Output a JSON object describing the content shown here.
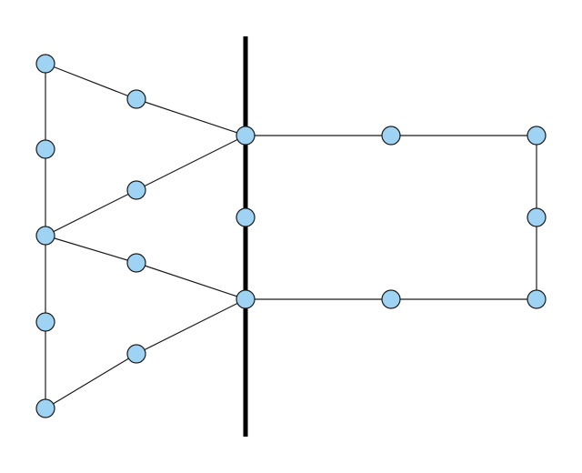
{
  "diagram": {
    "colors": {
      "node_fill": "#9fd3f3",
      "node_stroke": "#1a1a1a",
      "edge": "#1a1a1a",
      "divider": "#000000",
      "background": "#ffffff"
    },
    "nodes": [
      {
        "id": "l-top"
      },
      {
        "id": "l-upper"
      },
      {
        "id": "l-mid"
      },
      {
        "id": "l-lower"
      },
      {
        "id": "l-bottom"
      },
      {
        "id": "a-top-mid"
      },
      {
        "id": "a-midleft-mid"
      },
      {
        "id": "a-midright-mid"
      },
      {
        "id": "a-bottom-mid"
      },
      {
        "id": "hub-top"
      },
      {
        "id": "hub-mid"
      },
      {
        "id": "hub-bottom"
      },
      {
        "id": "r-top-mid"
      },
      {
        "id": "r-bottom-mid"
      },
      {
        "id": "r-top-corner"
      },
      {
        "id": "r-mid-right"
      },
      {
        "id": "r-bottom-corner"
      }
    ],
    "edges": [
      [
        "l-top",
        "l-upper"
      ],
      [
        "l-upper",
        "l-mid"
      ],
      [
        "l-mid",
        "l-lower"
      ],
      [
        "l-lower",
        "l-bottom"
      ],
      [
        "l-top",
        "a-top-mid"
      ],
      [
        "a-top-mid",
        "hub-top"
      ],
      [
        "l-mid",
        "a-midleft-mid"
      ],
      [
        "a-midleft-mid",
        "hub-top"
      ],
      [
        "l-mid",
        "a-midright-mid"
      ],
      [
        "a-midright-mid",
        "hub-bottom"
      ],
      [
        "l-bottom",
        "a-bottom-mid"
      ],
      [
        "a-bottom-mid",
        "hub-bottom"
      ],
      [
        "hub-top",
        "r-top-mid"
      ],
      [
        "r-top-mid",
        "r-top-corner"
      ],
      [
        "r-top-corner",
        "r-mid-right"
      ],
      [
        "r-mid-right",
        "r-bottom-corner"
      ],
      [
        "hub-bottom",
        "r-bottom-mid"
      ],
      [
        "r-bottom-mid",
        "r-bottom-corner"
      ]
    ]
  }
}
